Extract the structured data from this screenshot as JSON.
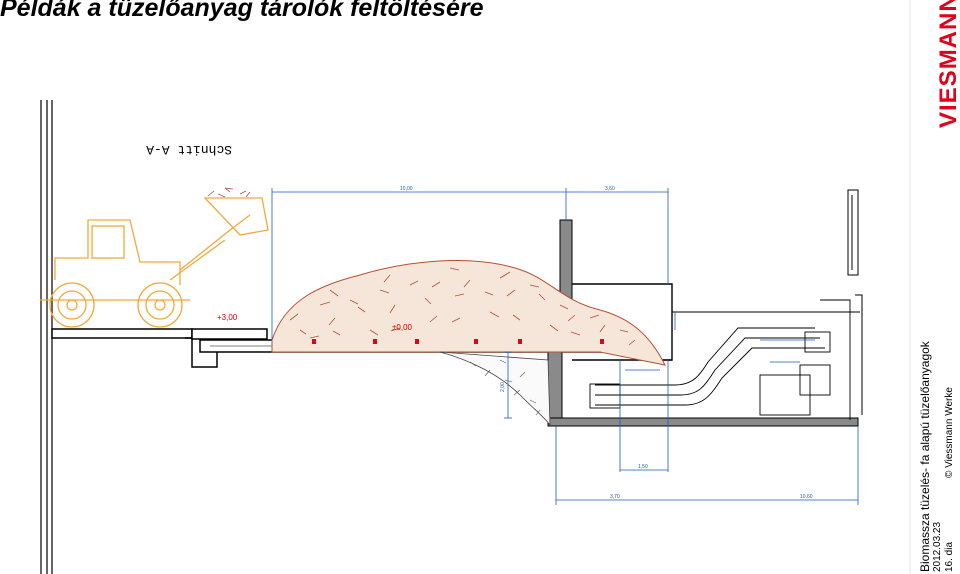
{
  "slide": {
    "title": "Példák a tüzelőanyag tárolók feltöltésére",
    "footer": {
      "line1": "Biomassza tüzelés- fa alapú tüzelőanyagok",
      "line2": "2012.03.23",
      "slide_no": "16. dia",
      "copyright": "© Viessmann Werke"
    },
    "logo_text": "VIESMANN"
  },
  "drawing": {
    "section_label": "Schnitt A-A",
    "level_label_1": "+3,00",
    "level_label_2": "±0,00",
    "dimensions": {
      "top_left": "10,00",
      "top_right": "3,60",
      "vertical": "2,00",
      "mid": "1,50",
      "bottom_1": "3,70",
      "bottom_2": "10,60"
    },
    "colors": {
      "accent": "#e2001a",
      "dimension": "#1b58c9",
      "fuel": "#b5502f",
      "loader": "#f2a93b",
      "structure": "#000000"
    }
  }
}
